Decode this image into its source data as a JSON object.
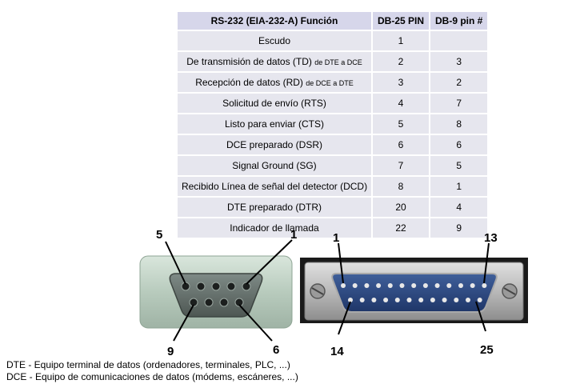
{
  "table": {
    "headers": [
      "RS-232 (EIA-232-A) Función",
      "DB-25 PIN",
      "DB-9 pin #"
    ],
    "rows": [
      {
        "func": "Escudo",
        "suffix": "",
        "db25": "1",
        "db9": ""
      },
      {
        "func": "De transmisión de datos (TD)",
        "suffix": "de DTE a DCE",
        "db25": "2",
        "db9": "3"
      },
      {
        "func": "Recepción de datos (RD)",
        "suffix": "de DCE a DTE",
        "db25": "3",
        "db9": "2"
      },
      {
        "func": "Solicitud de envío (RTS)",
        "suffix": "",
        "db25": "4",
        "db9": "7"
      },
      {
        "func": "Listo para enviar (CTS)",
        "suffix": "",
        "db25": "5",
        "db9": "8"
      },
      {
        "func": "DCE preparado (DSR)",
        "suffix": "",
        "db25": "6",
        "db9": "6"
      },
      {
        "func": "Signal Ground (SG)",
        "suffix": "",
        "db25": "7",
        "db9": "5"
      },
      {
        "func": "Recibido Línea de señal del detector (DCD)",
        "suffix": "",
        "db25": "8",
        "db9": "1"
      },
      {
        "func": "DTE preparado (DTR)",
        "suffix": "",
        "db25": "20",
        "db9": "4"
      },
      {
        "func": "Indicador de llamada",
        "suffix": "",
        "db25": "22",
        "db9": "9"
      }
    ]
  },
  "db9_labels": {
    "top_left": "5",
    "top_right": "1",
    "bottom_left": "9",
    "bottom_right": "6"
  },
  "db25_labels": {
    "top_left": "1",
    "top_right": "13",
    "bottom_left": "14",
    "bottom_right": "25"
  },
  "legend": {
    "dte": "DTE - Equipo terminal de datos (ordenadores, terminales, PLC, ...)",
    "dce": "DCE - Equipo de comunicaciones de datos (módems, escáneres, ...)"
  }
}
